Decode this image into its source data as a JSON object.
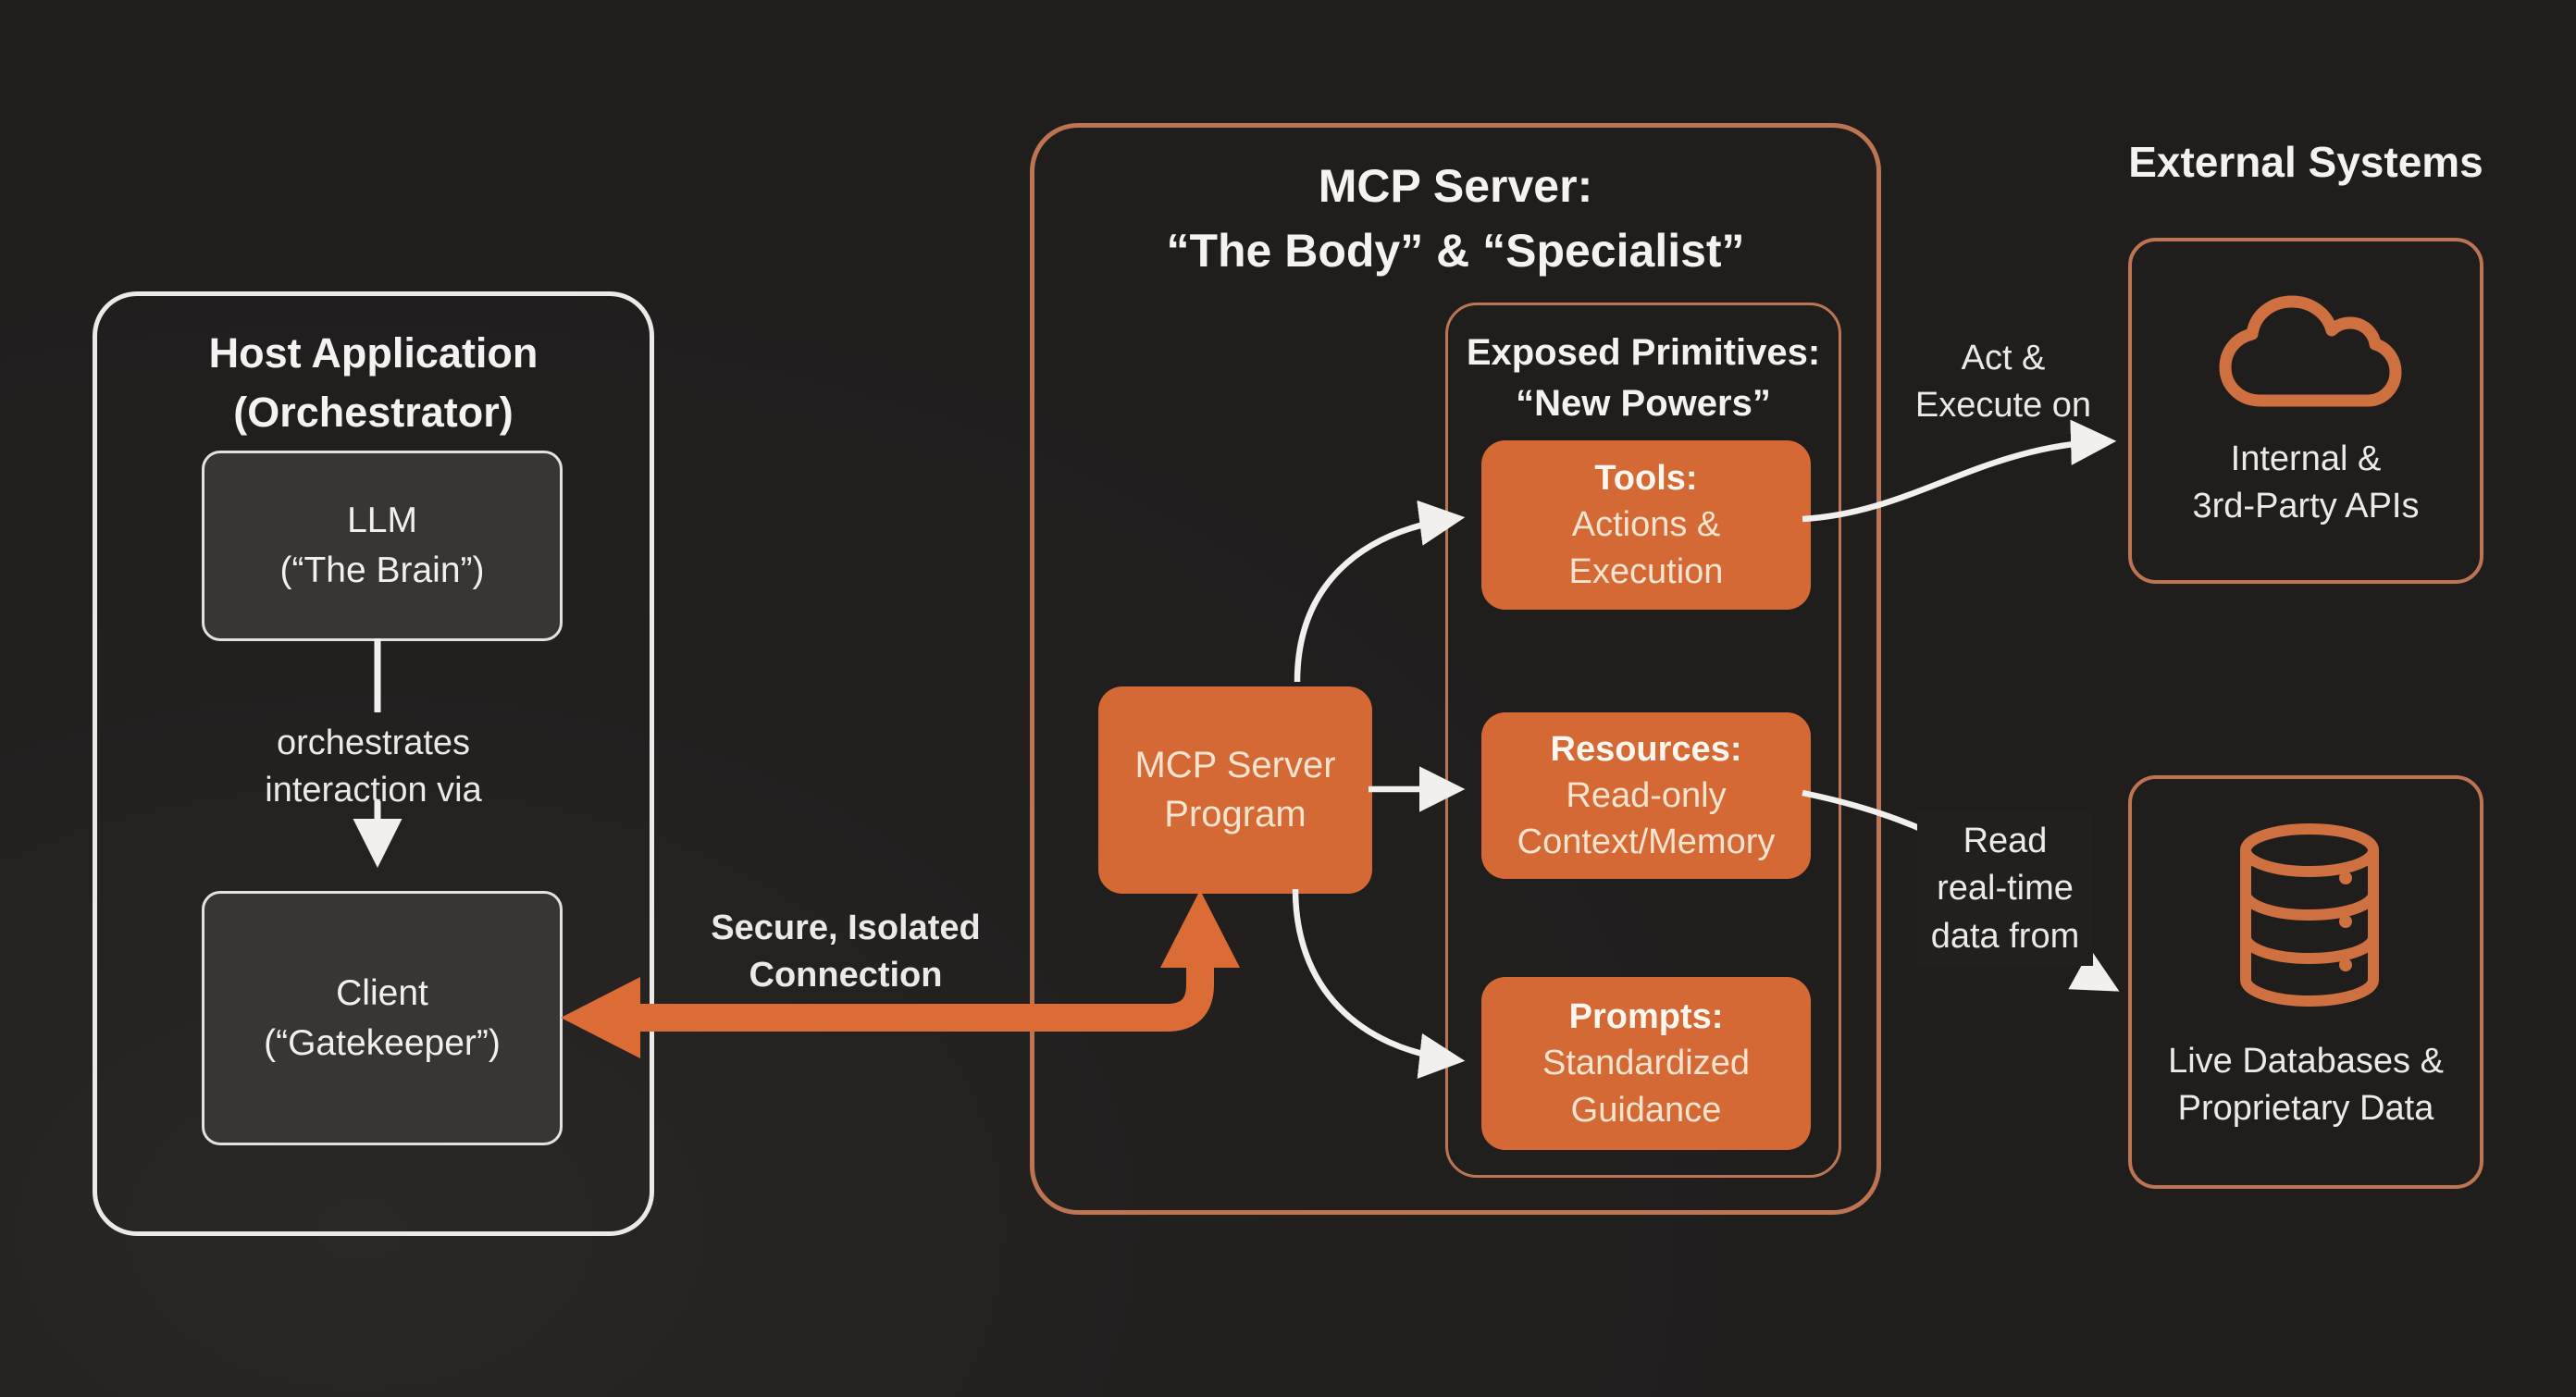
{
  "palette": {
    "background": "#221f1f",
    "accent_orange_fill": "#d46936",
    "accent_orange_arrow": "#db6c36",
    "muted_orange_border": "#bd7453",
    "white_line": "#f2f0ee",
    "gray_box_fill": "#383535"
  },
  "host": {
    "title_line1": "Host Application",
    "title_line2": "(Orchestrator)",
    "llm_line1": "LLM",
    "llm_line2": "(“The Brain”)",
    "connector_line1": "orchestrates",
    "connector_line2": "interaction via",
    "client_line1": "Client",
    "client_line2": "(“Gatekeeper”)"
  },
  "secure_connection": {
    "line1": "Secure, Isolated",
    "line2": "Connection"
  },
  "mcp": {
    "title_line1": "MCP Server:",
    "title_line2": "“The Body” & “Specialist”",
    "program_line1": "MCP Server",
    "program_line2": "Program",
    "primitives": {
      "title_line1": "Exposed Primitives:",
      "title_line2": "“New Powers”",
      "items": [
        {
          "head": "Tools:",
          "body_line1": "Actions &",
          "body_line2": "Execution"
        },
        {
          "head": "Resources:",
          "body_line1": "Read-only",
          "body_line2": "Context/Memory"
        },
        {
          "head": "Prompts:",
          "body_line1": "Standardized",
          "body_line2": "Guidance"
        }
      ]
    }
  },
  "external": {
    "title": "External Systems",
    "apis_line1": "Internal &",
    "apis_line2": "3rd-Party APIs",
    "apis_icon": "cloud-icon",
    "db_line1": "Live Databases &",
    "db_line2": "Proprietary Data",
    "db_icon": "database-icon"
  },
  "edge_labels": {
    "act_line1": "Act &",
    "act_line2": "Execute on",
    "read_line1": "Read",
    "read_line2": "real-time",
    "read_line3": "data from"
  }
}
